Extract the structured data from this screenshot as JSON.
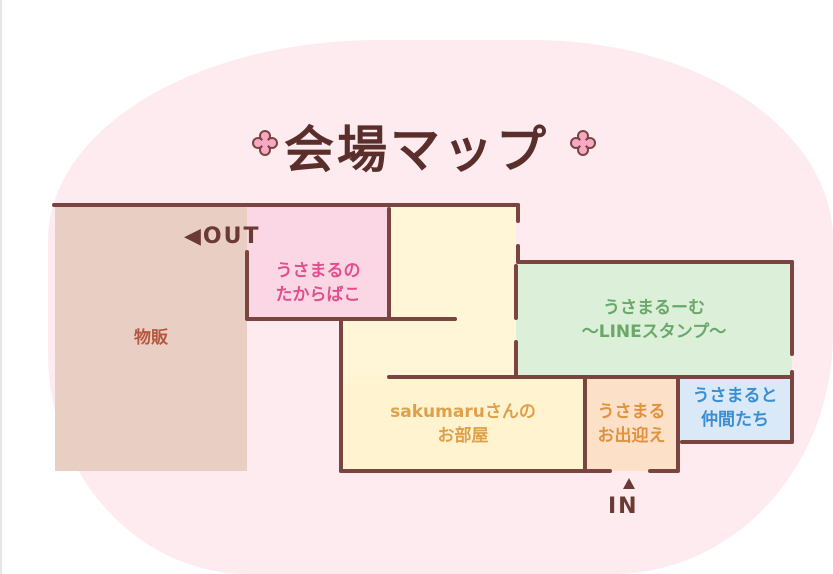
{
  "title": "会場マップ",
  "colors": {
    "background_blob": "#fdebf0",
    "wall": "#7a4540",
    "title": "#5a2e2a"
  },
  "exits": {
    "out": "◀OUT",
    "in": "IN"
  },
  "rooms": {
    "goods": {
      "label": "物販",
      "fill": "#e9cfc3",
      "text_color": "#b5583f"
    },
    "treasure": {
      "line1": "うさまるの",
      "line2": "たからばこ",
      "fill": "#fbd6e4",
      "text_color": "#e0508c"
    },
    "corridor": {
      "fill": "#fff6d8"
    },
    "sakumaru": {
      "line1": "sakumaruさんの",
      "line2": "お部屋",
      "fill": "#fff3d0",
      "text_color": "#e0a04a"
    },
    "line_stamp": {
      "line1": "うさまるーむ",
      "line2": "〜LINEスタンプ〜",
      "fill": "#dcefd8",
      "text_color": "#6aa86a"
    },
    "welcome": {
      "line1": "うさまる",
      "line2": "お出迎え",
      "fill": "#fde0c8",
      "text_color": "#e0923f"
    },
    "friends": {
      "line1": "うさまると",
      "line2": "仲間たち",
      "fill": "#d9e9f8",
      "text_color": "#3d8ed0"
    }
  }
}
